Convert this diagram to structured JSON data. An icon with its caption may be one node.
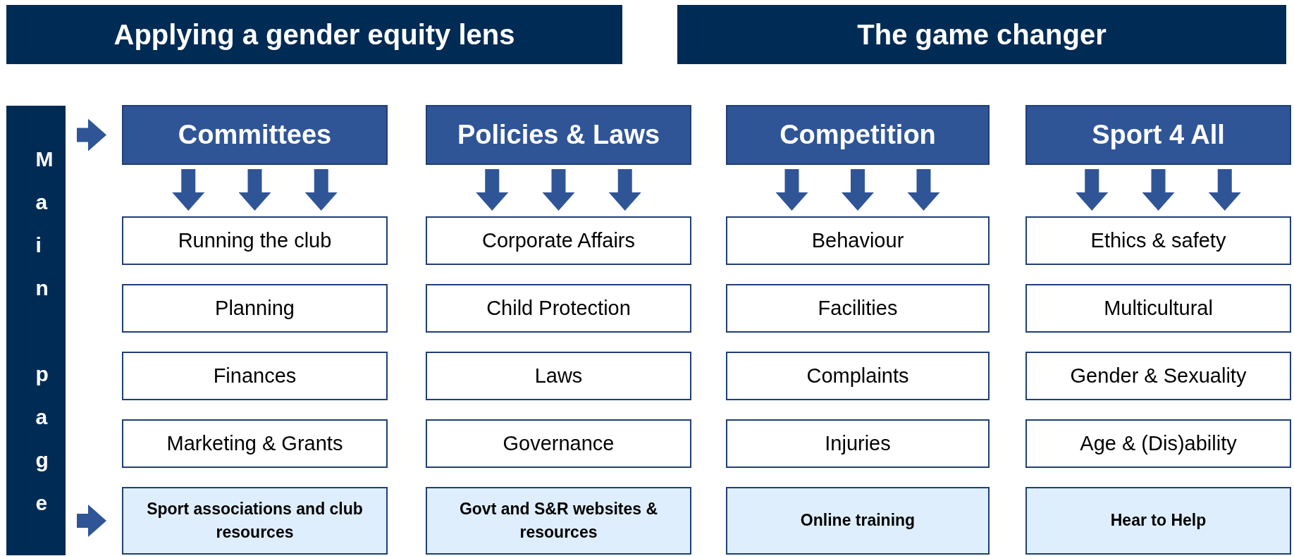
{
  "diagram": {
    "nodes": [
      {
        "text": [
          "Applying a gender equity lens"
        ]
      },
      {
        "text": [
          "The game changer"
        ]
      },
      {
        "text": [
          "Main page"
        ]
      },
      {
        "text": [
          "Committees"
        ]
      },
      {
        "text": [
          "Running the club"
        ]
      },
      {
        "text": [
          "Planning"
        ]
      },
      {
        "text": [
          "Finances"
        ]
      },
      {
        "text": [
          "Marketing & Grants"
        ]
      },
      {
        "text": [
          "Sport associations and club resources"
        ]
      },
      {
        "text": [
          "Policies & Laws"
        ]
      },
      {
        "text": [
          "Corporate Affairs"
        ]
      },
      {
        "text": [
          "Child Protection"
        ]
      },
      {
        "text": [
          "Laws"
        ]
      },
      {
        "text": [
          "Governance"
        ]
      },
      {
        "text": [
          "Govt and S&R websites & resources"
        ]
      },
      {
        "text": [
          "Competition"
        ]
      },
      {
        "text": [
          "Behaviour"
        ]
      },
      {
        "text": [
          "Facilities"
        ]
      },
      {
        "text": [
          "Complaints"
        ]
      },
      {
        "text": [
          "Injuries"
        ]
      },
      {
        "text": [
          "Online training"
        ]
      },
      {
        "text": [
          "Sport 4 All"
        ]
      },
      {
        "text": [
          "Ethics & safety"
        ]
      },
      {
        "text": [
          "Multicultural"
        ]
      },
      {
        "text": [
          "Gender & Sexuality"
        ]
      },
      {
        "text": [
          "Age & (Dis)ability"
        ]
      },
      {
        "text": [
          "Hear to Help"
        ]
      }
    ],
    "edges": [
      {
        "from": 2,
        "to": 3,
        "arrow": "to"
      },
      {
        "from": 2,
        "to": 8,
        "arrow": "to"
      },
      {
        "from": 3,
        "to": 4,
        "arrow": "to"
      },
      {
        "from": 3,
        "to": 4,
        "arrow": "to"
      },
      {
        "from": 3,
        "to": 4,
        "arrow": "to"
      },
      {
        "from": 9,
        "to": 10,
        "arrow": "to"
      },
      {
        "from": 9,
        "to": 10,
        "arrow": "to"
      },
      {
        "from": 9,
        "to": 10,
        "arrow": "to"
      },
      {
        "from": 15,
        "to": 16,
        "arrow": "to"
      },
      {
        "from": 15,
        "to": 16,
        "arrow": "to"
      },
      {
        "from": 15,
        "to": 16,
        "arrow": "to"
      },
      {
        "from": 21,
        "to": 22,
        "arrow": "to"
      },
      {
        "from": 21,
        "to": 22,
        "arrow": "to"
      },
      {
        "from": 21,
        "to": 22,
        "arrow": "to"
      }
    ]
  }
}
